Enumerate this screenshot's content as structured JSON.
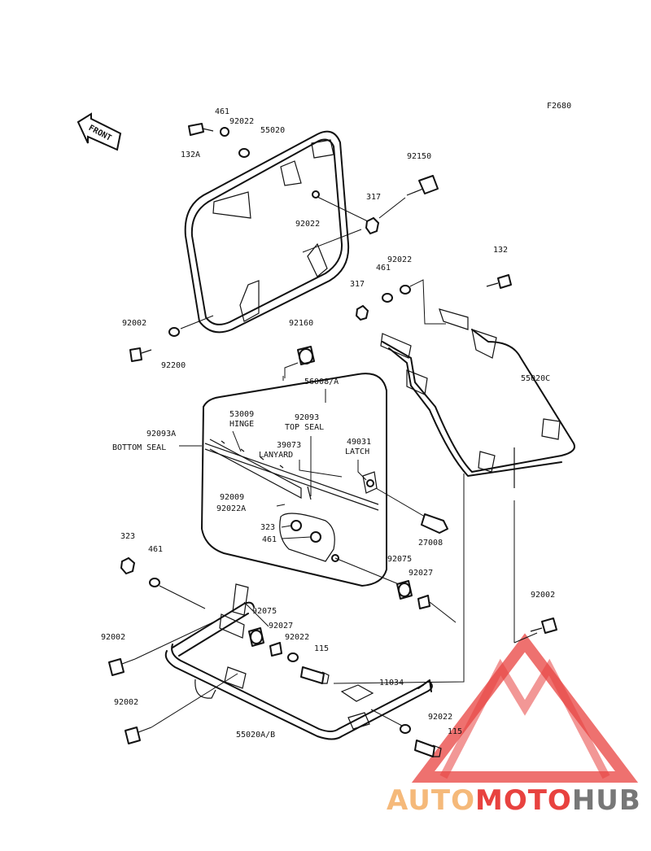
{
  "figure_code": "F2680",
  "front_label": "FRONT",
  "watermark": {
    "text_part1": "AUTO",
    "text_part2": "MOTO",
    "text_part3": "HUB",
    "color_light": "#f5b97a",
    "color_red": "#e8423f",
    "color_gray": "#777777"
  },
  "labels": {
    "p461_top": "461",
    "p92022_top": "92022",
    "p55020": "55020",
    "p132A": "132A",
    "p92150": "92150",
    "p317_top": "317",
    "p92022_mid": "92022",
    "p132": "132",
    "p461_right": "461",
    "p92022_right": "92022",
    "p317_right": "317",
    "p92002_left": "92002",
    "p92200": "92200",
    "p92160": "92160",
    "p56008": "56008/A",
    "p55020C": "55020C",
    "p53009": "53009",
    "hinge": "HINGE",
    "p92093": "92093",
    "top_seal": "TOP SEAL",
    "p92093A": "92093A",
    "bottom_seal": "BOTTOM SEAL",
    "p39073": "39073",
    "lanyard": "LANYARD",
    "p49031": "49031",
    "latch": "LATCH",
    "p92009": "92009",
    "p92022A": "92022A",
    "p323_box": "323",
    "p461_box": "461",
    "p27008": "27008",
    "p323_left": "323",
    "p461_left": "461",
    "p92075_right": "92075",
    "p92027_right": "92027",
    "p92002_right": "92002",
    "p92075_left": "92075",
    "p92027_left": "92027",
    "p92022_bottom": "92022",
    "p115_mid": "115",
    "p92002_bl1": "92002",
    "p92002_bl2": "92002",
    "p11034": "11034",
    "p92022_br": "92022",
    "p115_br": "115",
    "p55020AB": "55020A/B"
  }
}
